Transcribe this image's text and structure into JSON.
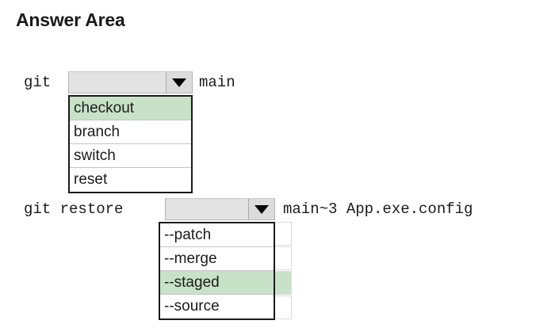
{
  "page": {
    "title": "Answer Area"
  },
  "rows": [
    {
      "id": "row-1",
      "prefix": "git",
      "suffix": "main",
      "combo": {
        "value": "",
        "placeholder": "",
        "arrow_icon": "chevron-down-icon"
      },
      "dropdown": {
        "open": true,
        "options": [
          {
            "label": "checkout",
            "selected": true
          },
          {
            "label": "branch",
            "selected": false
          },
          {
            "label": "switch",
            "selected": false
          },
          {
            "label": "reset",
            "selected": false
          }
        ]
      }
    },
    {
      "id": "row-2",
      "prefix": "git restore",
      "suffix": "main~3 App.exe.config",
      "combo": {
        "value": "",
        "placeholder": "",
        "arrow_icon": "chevron-down-icon"
      },
      "dropdown": {
        "open": true,
        "options": [
          {
            "label": "--patch",
            "selected": false
          },
          {
            "label": "--merge",
            "selected": false
          },
          {
            "label": "--staged",
            "selected": true
          },
          {
            "label": "--source",
            "selected": false
          }
        ]
      }
    }
  ],
  "colors": {
    "highlight_green": "#c8e2c8",
    "combo_fill": "#e3e3e3",
    "list_border": "#1a1a1a",
    "text": "#1b1b1b",
    "page_background": "#ffffff"
  }
}
